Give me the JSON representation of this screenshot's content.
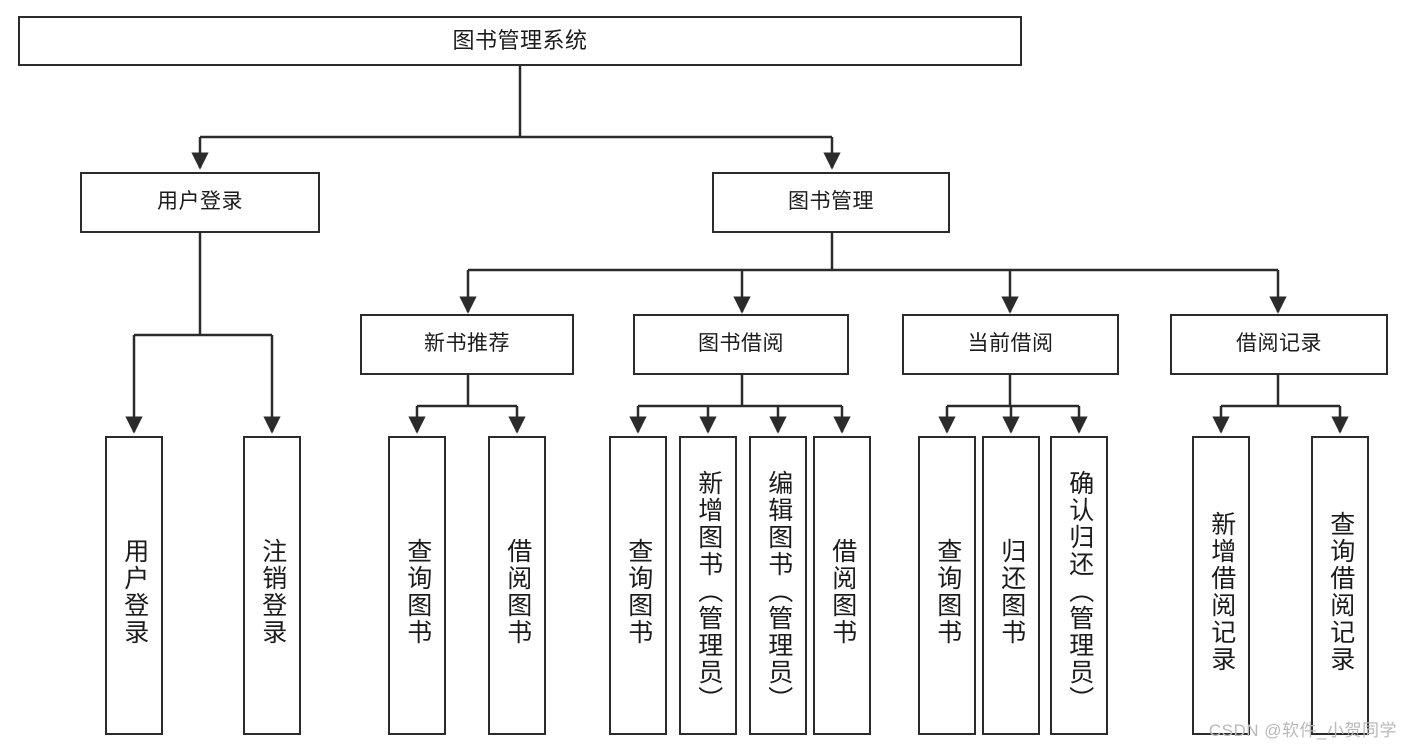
{
  "diagram": {
    "title": "图书管理系统",
    "type": "tree-hierarchy",
    "watermark": "CSDN @软件_小贺同学",
    "colors": {
      "stroke": "#2b2b2b",
      "fill": "#ffffff",
      "text": "#1b1b1b",
      "watermark": "#b9b9b9"
    },
    "levels": {
      "level1": "图书管理系统",
      "level2": [
        "用户登录",
        "图书管理"
      ],
      "level3": [
        "新书推荐",
        "图书借阅",
        "当前借阅",
        "借阅记录"
      ]
    },
    "nodes": {
      "root": {
        "label": "图书管理系统"
      },
      "user_login": {
        "label": "用户登录"
      },
      "book_manage": {
        "label": "图书管理"
      },
      "new_book_rec": {
        "label": "新书推荐"
      },
      "book_borrow": {
        "label": "图书借阅"
      },
      "current_borrow": {
        "label": "当前借阅"
      },
      "borrow_record": {
        "label": "借阅记录"
      },
      "leaf_user_login": {
        "label": "用户登录"
      },
      "leaf_user_logout": {
        "label": "注销登录"
      },
      "leaf_nb_query": {
        "label": "查询图书"
      },
      "leaf_nb_borrow": {
        "label": "借阅图书"
      },
      "leaf_bb_query": {
        "label": "查询图书"
      },
      "leaf_bb_add": {
        "label": "新增图书（管理员）"
      },
      "leaf_bb_edit": {
        "label": "编辑图书（管理员）"
      },
      "leaf_bb_borrow": {
        "label": "借阅图书"
      },
      "leaf_cb_query": {
        "label": "查询图书"
      },
      "leaf_cb_return": {
        "label": "归还图书"
      },
      "leaf_cb_confirm": {
        "label": "确认归还（管理员）"
      },
      "leaf_br_add": {
        "label": "新增借阅记录"
      },
      "leaf_br_query": {
        "label": "查询借阅记录"
      }
    }
  }
}
